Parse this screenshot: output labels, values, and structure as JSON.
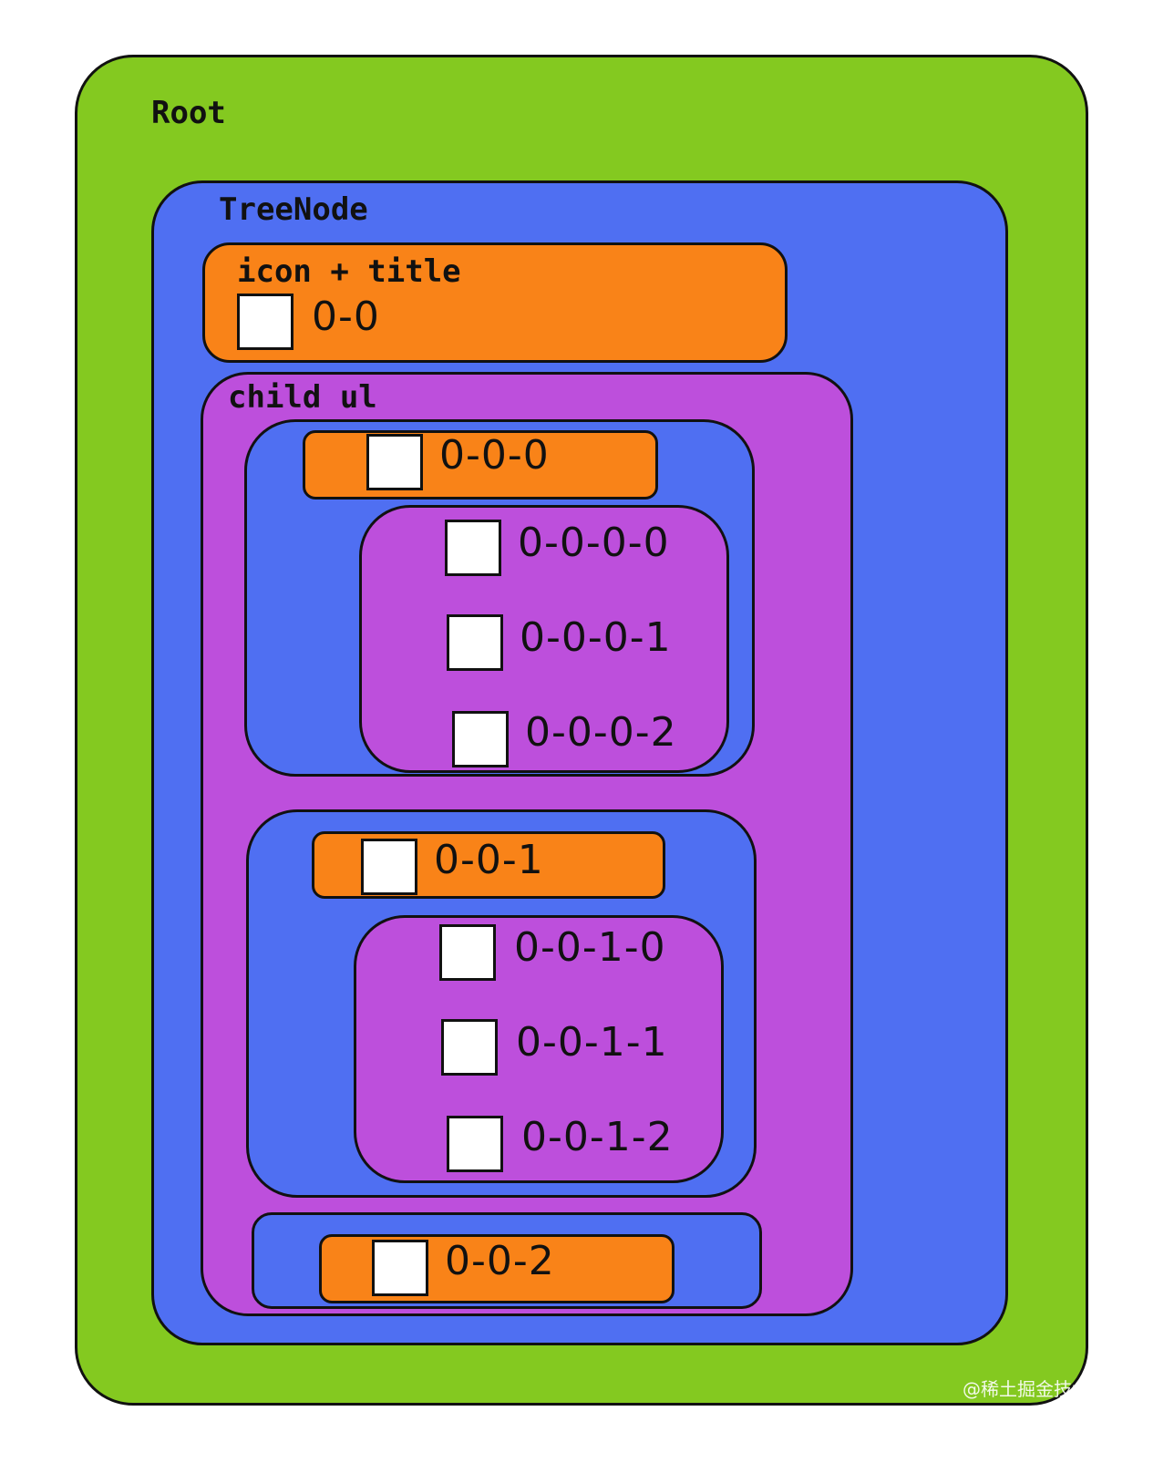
{
  "labels": {
    "root": "Root",
    "treenode": "TreeNode",
    "icon_title": "icon + title",
    "child_ul": "child ul"
  },
  "nodes": {
    "n00": "0-0",
    "n000": "0-0-0",
    "n0000": "0-0-0-0",
    "n0001": "0-0-0-1",
    "n0002": "0-0-0-2",
    "n001": "0-0-1",
    "n0010": "0-0-1-0",
    "n0011": "0-0-1-1",
    "n0012": "0-0-1-2",
    "n002": "0-0-2"
  },
  "watermark": "@稀土掘金技术社区",
  "colors": {
    "root": "#84c920",
    "treenode": "#4f6ff2",
    "child_ul": "#bd4fdc",
    "title": "#f98318",
    "checkbox": "#ffffff"
  }
}
